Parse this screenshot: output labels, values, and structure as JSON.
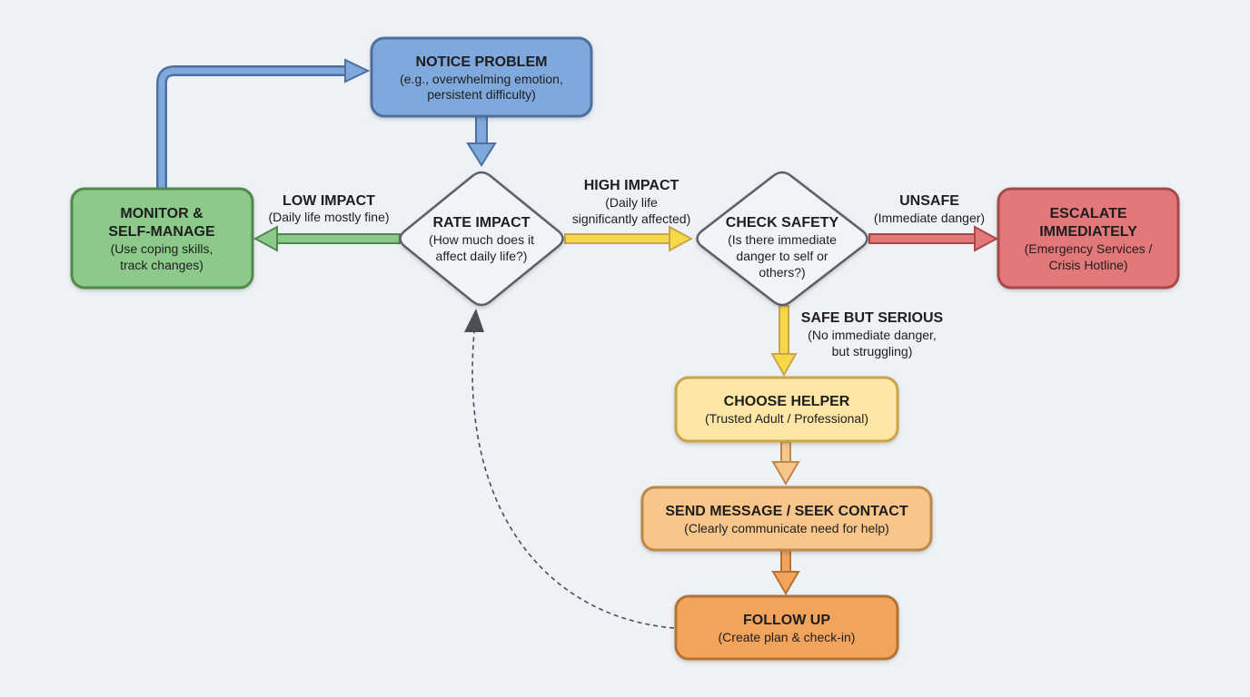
{
  "colors": {
    "blue_fill": "#7fa9dc",
    "blue_stroke": "#4e6f9f",
    "green_fill": "#8cc98a",
    "green_stroke": "#4f8a4c",
    "red_fill": "#e2787a",
    "red_stroke": "#a84848",
    "yellow_fill": "#fde6a6",
    "yellow_stroke": "#c9a54a",
    "orange_light_fill": "#f8c58a",
    "orange_light_stroke": "#bb8a4a",
    "orange_fill": "#f3a45b",
    "orange_stroke": "#b57333",
    "diamond_fill": "#f1f4f7",
    "diamond_stroke": "#5a6068"
  },
  "nodes": {
    "notice": {
      "title": "NOTICE PROBLEM",
      "sub1": "(e.g., overwhelming emotion,",
      "sub2": "persistent difficulty)"
    },
    "monitor": {
      "title1": "MONITOR &",
      "title2": "SELF-MANAGE",
      "sub1": "(Use coping skills,",
      "sub2": "track changes)"
    },
    "rate": {
      "title": "RATE IMPACT",
      "sub1": "(How much does it",
      "sub2": "affect daily life?)"
    },
    "safety": {
      "title": "CHECK SAFETY",
      "sub1": "(Is there immediate",
      "sub2": "danger to self or",
      "sub3": "others?)"
    },
    "escalate": {
      "title1": "ESCALATE",
      "title2": "IMMEDIATELY",
      "sub1": "(Emergency Services /",
      "sub2": "Crisis Hotline)"
    },
    "helper": {
      "title": "CHOOSE HELPER",
      "sub1": "(Trusted Adult / Professional)"
    },
    "send": {
      "title": "SEND MESSAGE / SEEK CONTACT",
      "sub1": "(Clearly communicate need for help)"
    },
    "follow": {
      "title": "FOLLOW UP",
      "sub1": "(Create plan & check-in)"
    }
  },
  "edges": {
    "low": {
      "title": "LOW IMPACT",
      "sub1": "(Daily life mostly fine)"
    },
    "high": {
      "title": "HIGH IMPACT",
      "sub1": "(Daily life",
      "sub2": "significantly affected)"
    },
    "unsafe": {
      "title": "UNSAFE",
      "sub1": "(Immediate danger)"
    },
    "safe": {
      "title": "SAFE BUT SERIOUS",
      "sub1": "(No immediate danger,",
      "sub2": "but struggling)"
    }
  }
}
